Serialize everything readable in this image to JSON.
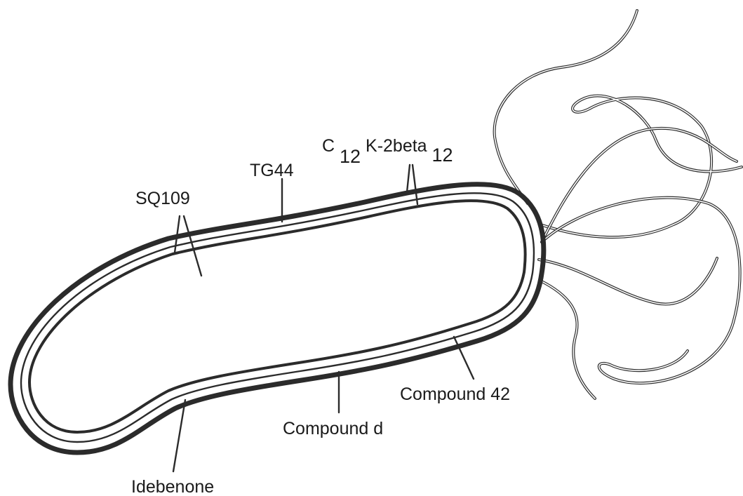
{
  "labels": {
    "sq109": "SQ109",
    "tg44": "TG44",
    "c12k": {
      "base1": "C",
      "sub1": "12",
      "base2": "K-2beta",
      "sub2": "12"
    },
    "compound42": "Compound 42",
    "compoundd": "Compound d",
    "idebenone": "Idebenone"
  },
  "colors": {
    "ink": "#2b2b2b",
    "background": "#ffffff"
  }
}
